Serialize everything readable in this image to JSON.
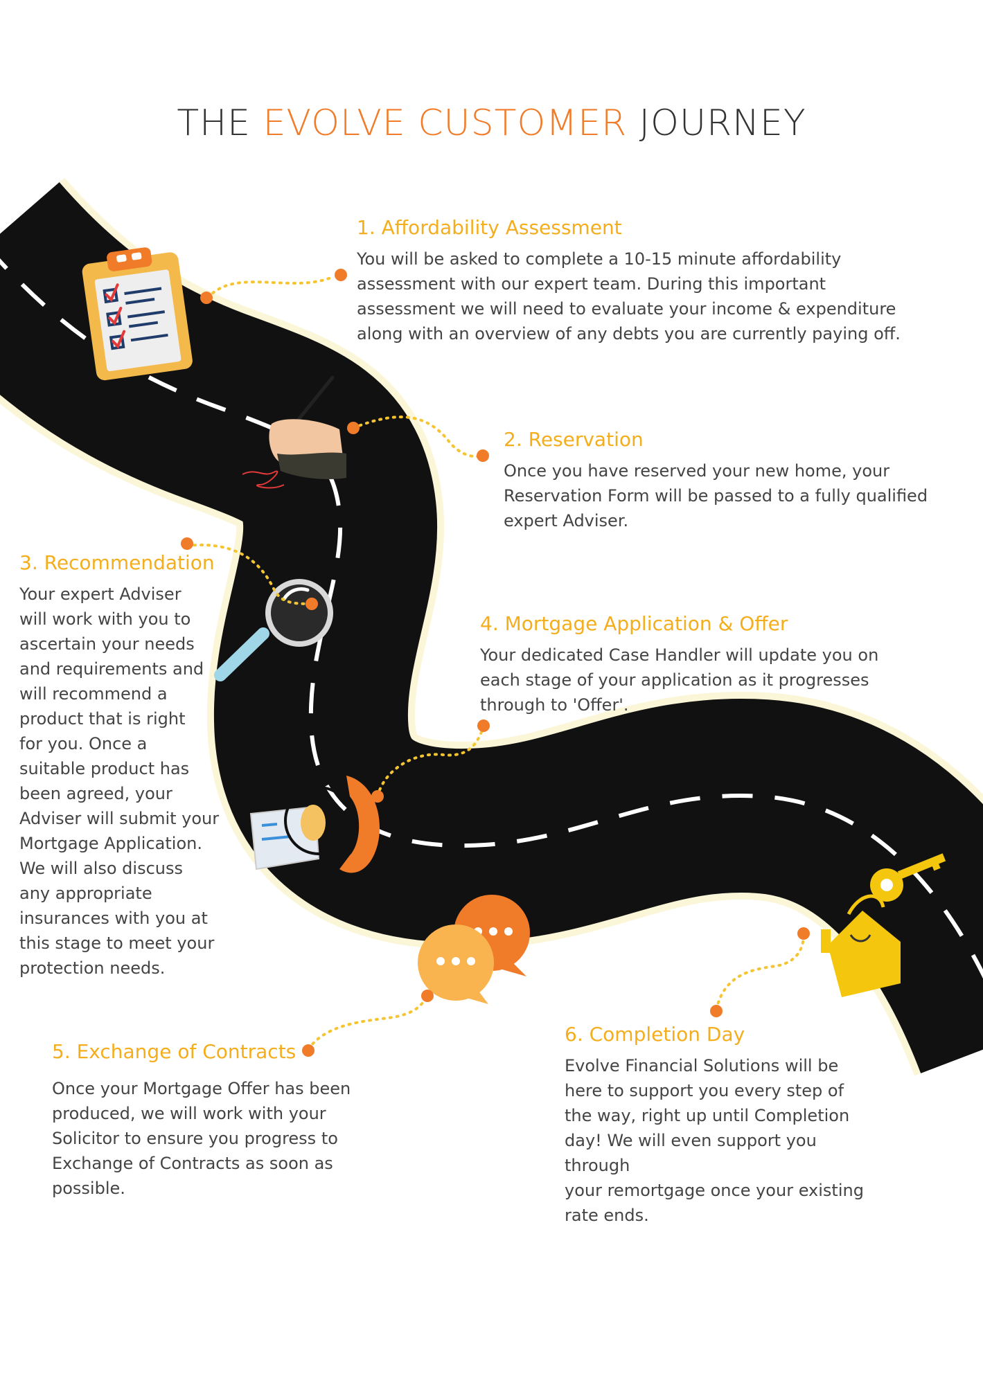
{
  "title": {
    "part1": "THE ",
    "accent": "EVOLVE CUSTOMER",
    "part2": " JOURNEY"
  },
  "steps": [
    {
      "heading": "1. Affordability Assessment",
      "body": "You will be asked to complete a 10-15 minute affordability\nassessment with our expert team. During this important\nassessment we will need to evaluate your income & expenditure\nalong with an overview of any debts you are currently paying off."
    },
    {
      "heading": "2. Reservation",
      "body": "Once you have reserved your new home, your\nReservation Form will be passed to a fully qualified\nexpert Adviser."
    },
    {
      "heading": "3. Recommendation",
      "body": "Your expert Adviser\nwill work with you to\nascertain your needs\nand requirements and\nwill recommend a\nproduct that is right\nfor you. Once a\nsuitable product has\nbeen agreed, your\nAdviser will submit your\nMortgage Application.\nWe will also discuss\nany appropriate\ninsurances with you at\nthis stage to meet your\nprotection needs."
    },
    {
      "heading": "4. Mortgage Application & Offer",
      "body": "Your dedicated Case Handler will update you on\neach stage of your application as it progresses\nthrough to 'Offer'."
    },
    {
      "heading": "5. Exchange of Contracts",
      "body": "Once your Mortgage Offer has been\nproduced, we will work with your\nSolicitor to ensure you progress to\nExchange of Contracts as soon as\npossible."
    },
    {
      "heading": "6. Completion Day",
      "body": "Evolve Financial Solutions will be\nhere to support you every step of\nthe way, right up until Completion\nday! We will even support you\nthrough\nyour remortgage once your existing\nrate ends."
    }
  ],
  "colors": {
    "accent_orange": "#f07c2a",
    "heading_yellow": "#f4ae1d",
    "road": "#111111",
    "road_edge": "#fbf6d8",
    "dot": "#f5c531"
  }
}
